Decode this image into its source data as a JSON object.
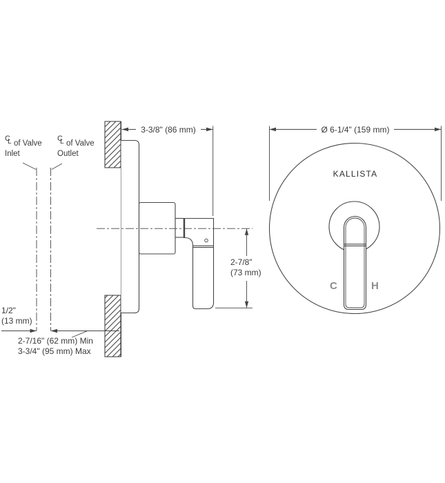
{
  "side_view": {
    "callout_inlet": {
      "symbol_c": "C",
      "symbol_l": "L",
      "line1": "of Valve",
      "line2": "Inlet"
    },
    "callout_outlet": {
      "symbol_c": "C",
      "symbol_l": "L",
      "line1": "of Valve",
      "line2": "Outlet"
    },
    "dim_projection": "3-3/8\" (86 mm)",
    "dim_drop_line1": "2-7/8\"",
    "dim_drop_line2": "(73 mm)",
    "dim_offset_line1": "1/2\"",
    "dim_offset_line2": "(13 mm)",
    "dim_depth_min": "2-7/16\" (62 mm) Min",
    "dim_depth_max": "3-3/4\" (95 mm) Max"
  },
  "front_view": {
    "dim_diameter": "Ø 6-1/4\" (159 mm)",
    "brand": "KALLISTA",
    "cold_label": "C",
    "hot_label": "H"
  },
  "colors": {
    "line": "#454545",
    "text": "#3a3a3a",
    "hot_cold_gray": "#8c8c8c"
  }
}
